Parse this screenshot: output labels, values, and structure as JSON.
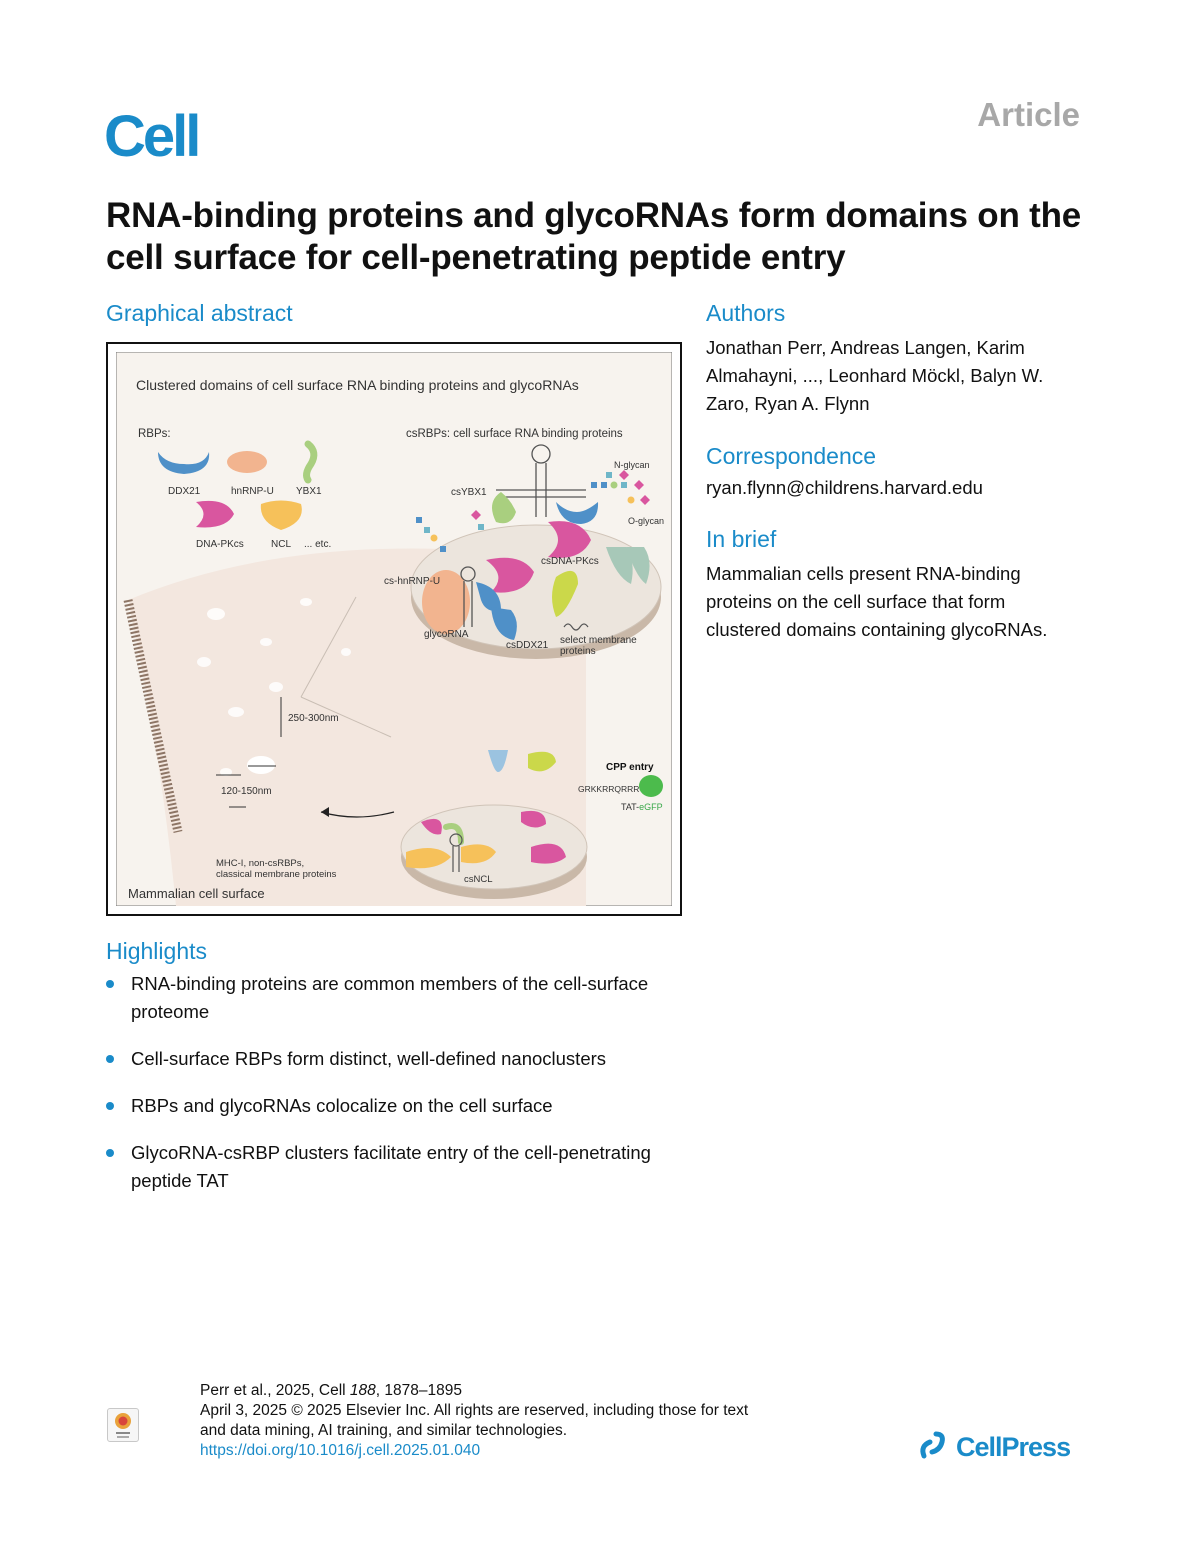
{
  "header": {
    "journal": "Cell",
    "article_type": "Article"
  },
  "title": "RNA-binding proteins and glycoRNAs form domains on the cell surface for cell-penetrating peptide entry",
  "sections": {
    "graphical_abstract": "Graphical abstract",
    "authors": "Authors",
    "correspondence": "Correspondence",
    "in_brief": "In brief",
    "highlights": "Highlights"
  },
  "authors_text": "Jonathan Perr, Andreas Langen, Karim Almahayni, ..., Leonhard Möckl, Balyn W. Zaro, Ryan A. Flynn",
  "correspondence_text": "ryan.flynn@childrens.harvard.edu",
  "in_brief_text": "Mammalian cells present RNA-binding proteins on the cell surface that form clustered domains containing glycoRNAs.",
  "highlights": [
    "RNA-binding proteins are common members of the cell-surface proteome",
    "Cell-surface RBPs form distinct, well-defined nanoclusters",
    "RBPs and glycoRNAs colocalize on the cell surface",
    "GlycoRNA-csRBP clusters facilitate entry of the cell-penetrating peptide TAT"
  ],
  "figure": {
    "title": "Clustered domains of cell surface RNA binding proteins and glycoRNAs",
    "rbps_label": "RBPs:",
    "csrbps_label": "csRBPs: cell surface RNA binding proteins",
    "proteins": [
      "DDX21",
      "hnRNP-U",
      "YBX1",
      "DNA-PKcs",
      "NCL",
      "... etc."
    ],
    "n_glycan": "N-glycan",
    "o_glycan": "O-glycan",
    "cs_ybx1": "csYBX1",
    "cs_dna_pkcs": "csDNA-PKcs",
    "cs_hnrnp_u": "cs-hnRNP-U",
    "glycorna": "glycoRNA",
    "cs_ddx21": "csDDX21",
    "select_membrane_1": "select membrane",
    "select_membrane_2": "proteins",
    "dim_250": "250-300nm",
    "dim_120": "120-150nm",
    "cpp_entry": "CPP entry",
    "cpp_seq": "GRKKRRQRRR-",
    "tat": "TAT-",
    "egfp": "eGFP",
    "cs_ncl": "csNCL",
    "mhc_1": "MHC-I, non-csRBPs,",
    "mhc_2": "classical membrane proteins",
    "mammalian": "Mammalian cell surface"
  },
  "footer": {
    "citation_prefix": "Perr et al., 2025, Cell ",
    "volume": "188",
    "pages": ", 1878–1895",
    "line2": "April 3, 2025 © 2025 Elsevier Inc. All rights are reserved, including those for text",
    "line3": "and data mining, AI training, and similar technologies.",
    "doi": "https://doi.org/10.1016/j.cell.2025.01.040"
  },
  "publisher": "CellPress",
  "colors": {
    "accent": "#1a8bc9",
    "ddx21": "#4f90c8",
    "hnrnp_u": "#f2b48f",
    "ybx1": "#a9cf7f",
    "dna_pkcs": "#d9569f",
    "ncl": "#f6c15a",
    "cell_bg": "#f3e9e2",
    "figure_bg": "#f7f3ee"
  }
}
